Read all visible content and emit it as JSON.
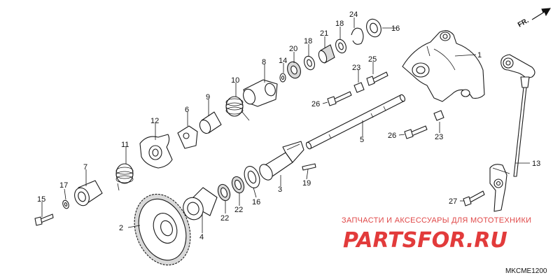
{
  "diagram": {
    "code": "MKCME1200",
    "direction_label": "FR.",
    "watermark": {
      "subtitle": "ЗАПЧАСТИ И АКСЕССУАРЫ ДЛЯ МОТОТЕХНИКИ",
      "brand": "PARTSFOR.RU"
    },
    "callouts": [
      {
        "id": "c1",
        "label": "1"
      },
      {
        "id": "c2",
        "label": "2"
      },
      {
        "id": "c3",
        "label": "3"
      },
      {
        "id": "c4",
        "label": "4"
      },
      {
        "id": "c5",
        "label": "5"
      },
      {
        "id": "c6",
        "label": "6"
      },
      {
        "id": "c7",
        "label": "7"
      },
      {
        "id": "c8",
        "label": "8"
      },
      {
        "id": "c9",
        "label": "9"
      },
      {
        "id": "c10",
        "label": "10"
      },
      {
        "id": "c11",
        "label": "11"
      },
      {
        "id": "c12",
        "label": "12"
      },
      {
        "id": "c13",
        "label": "13"
      },
      {
        "id": "c14",
        "label": "14"
      },
      {
        "id": "c15",
        "label": "15"
      },
      {
        "id": "c16a",
        "label": "16"
      },
      {
        "id": "c16b",
        "label": "16"
      },
      {
        "id": "c17",
        "label": "17"
      },
      {
        "id": "c18a",
        "label": "18"
      },
      {
        "id": "c18b",
        "label": "18"
      },
      {
        "id": "c19",
        "label": "19"
      },
      {
        "id": "c20",
        "label": "20"
      },
      {
        "id": "c21",
        "label": "21"
      },
      {
        "id": "c22a",
        "label": "22"
      },
      {
        "id": "c22b",
        "label": "22"
      },
      {
        "id": "c23a",
        "label": "23"
      },
      {
        "id": "c23b",
        "label": "23"
      },
      {
        "id": "c24",
        "label": "24"
      },
      {
        "id": "c25",
        "label": "25"
      },
      {
        "id": "c26a",
        "label": "26"
      },
      {
        "id": "c26b",
        "label": "26"
      },
      {
        "id": "c27",
        "label": "27"
      }
    ]
  }
}
